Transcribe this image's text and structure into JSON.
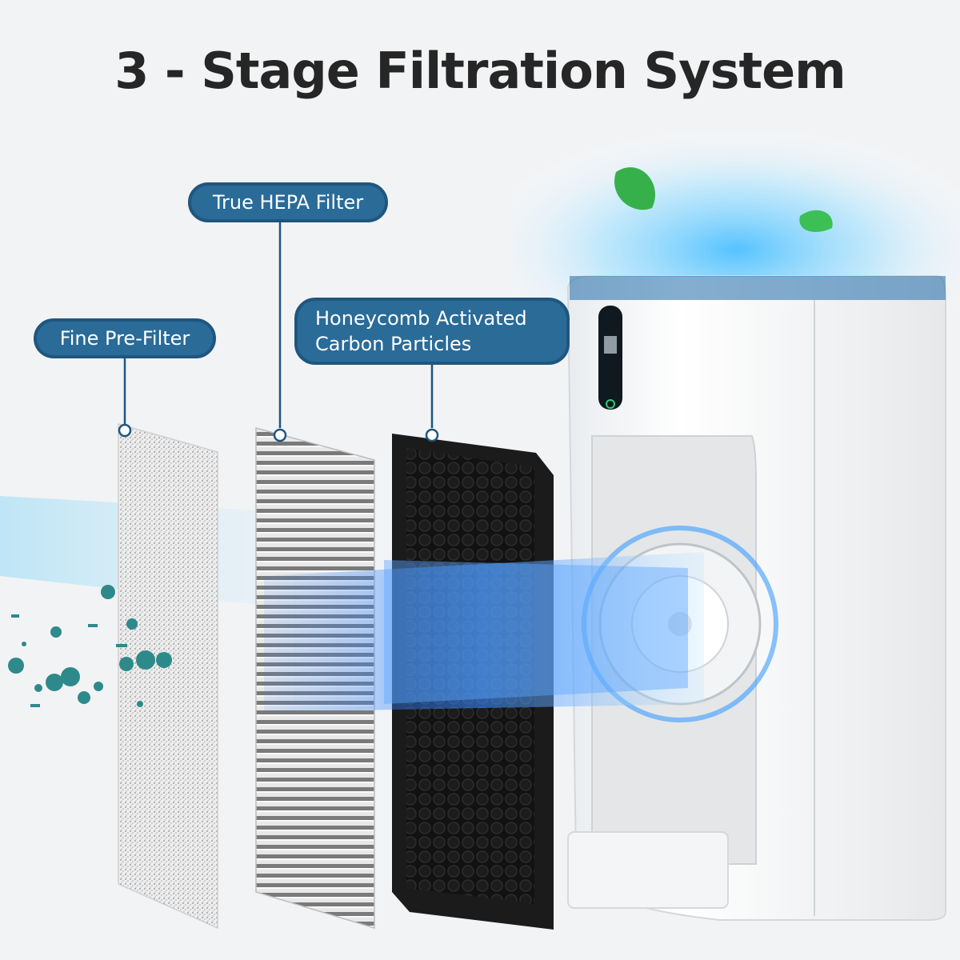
{
  "title": "3 - Stage Filtration System",
  "labels": {
    "pre_filter": "Fine Pre-Filter",
    "hepa_filter": "True HEPA Filter",
    "carbon_line1": "Honeycomb Activated",
    "carbon_line2": "Carbon Particles"
  },
  "colors": {
    "label_fill": "#2a6b98",
    "label_border": "#1f567e",
    "title_text": "#262626",
    "airflow": "#4aa8ff",
    "particles": "#2e8a8a"
  },
  "icons": [
    "leaf-icon",
    "particle-icon"
  ]
}
